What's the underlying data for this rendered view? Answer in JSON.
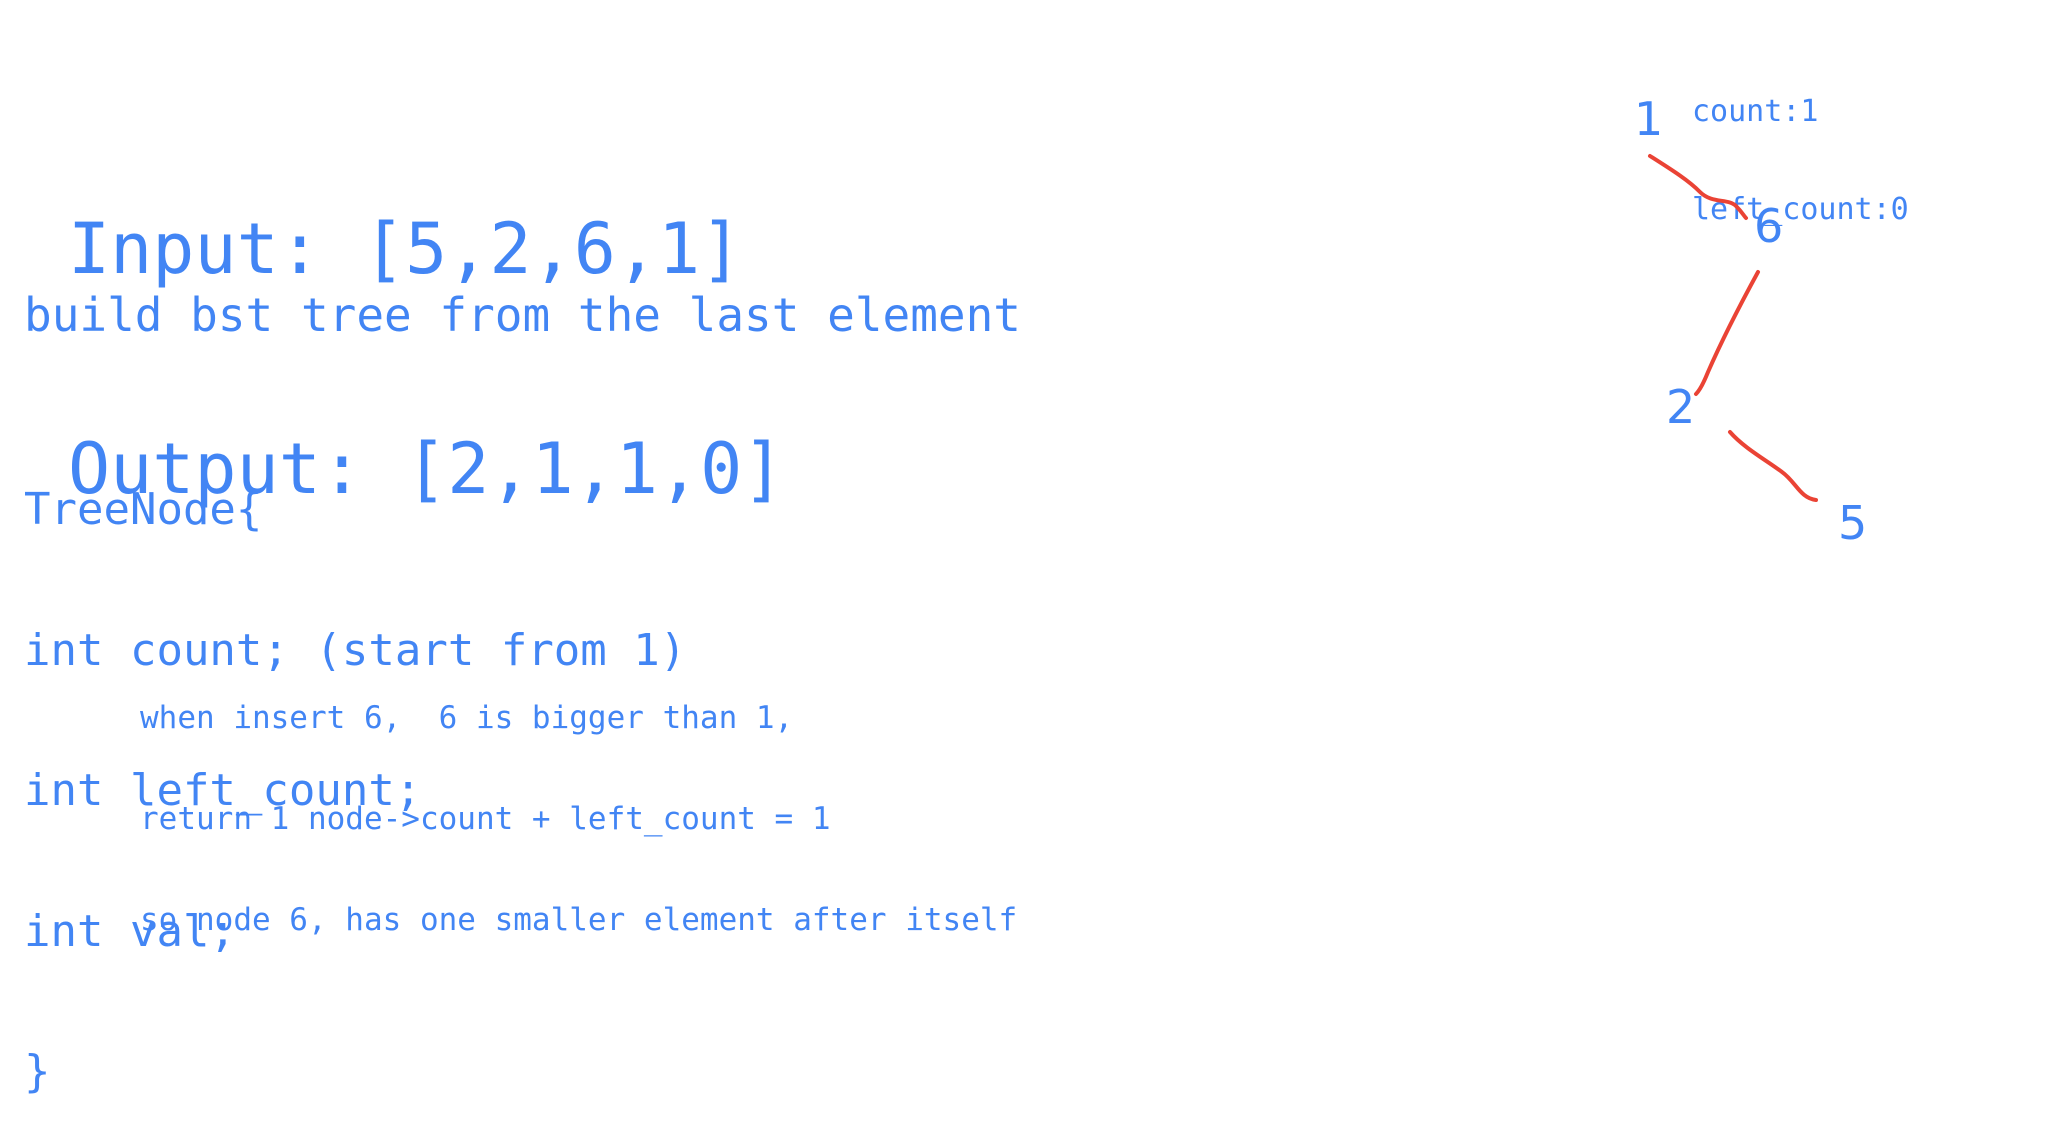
{
  "io": {
    "input_line": "Input: [5,2,6,1]",
    "output_line": "Output: [2,1,1,0]"
  },
  "heading": "build bst tree from the last element",
  "code": {
    "lines": [
      "TreeNode{",
      "int count; (start from 1)",
      "int left_count;",
      "int val;",
      "}"
    ]
  },
  "note": {
    "lines": [
      "when insert 6,  6 is bigger than 1,",
      "return 1 node->count + left_count = 1",
      "so node 6, has one smaller element after itself"
    ]
  },
  "annotation": {
    "count": "count:1",
    "left_count": "left_count:0"
  },
  "tree": {
    "nodes": [
      "1",
      "6",
      "2",
      "5"
    ],
    "edges": [
      [
        "1",
        "6"
      ],
      [
        "6",
        "2"
      ],
      [
        "2",
        "5"
      ]
    ],
    "node_color": "#4285f4",
    "edge_color": "#ea4335"
  }
}
